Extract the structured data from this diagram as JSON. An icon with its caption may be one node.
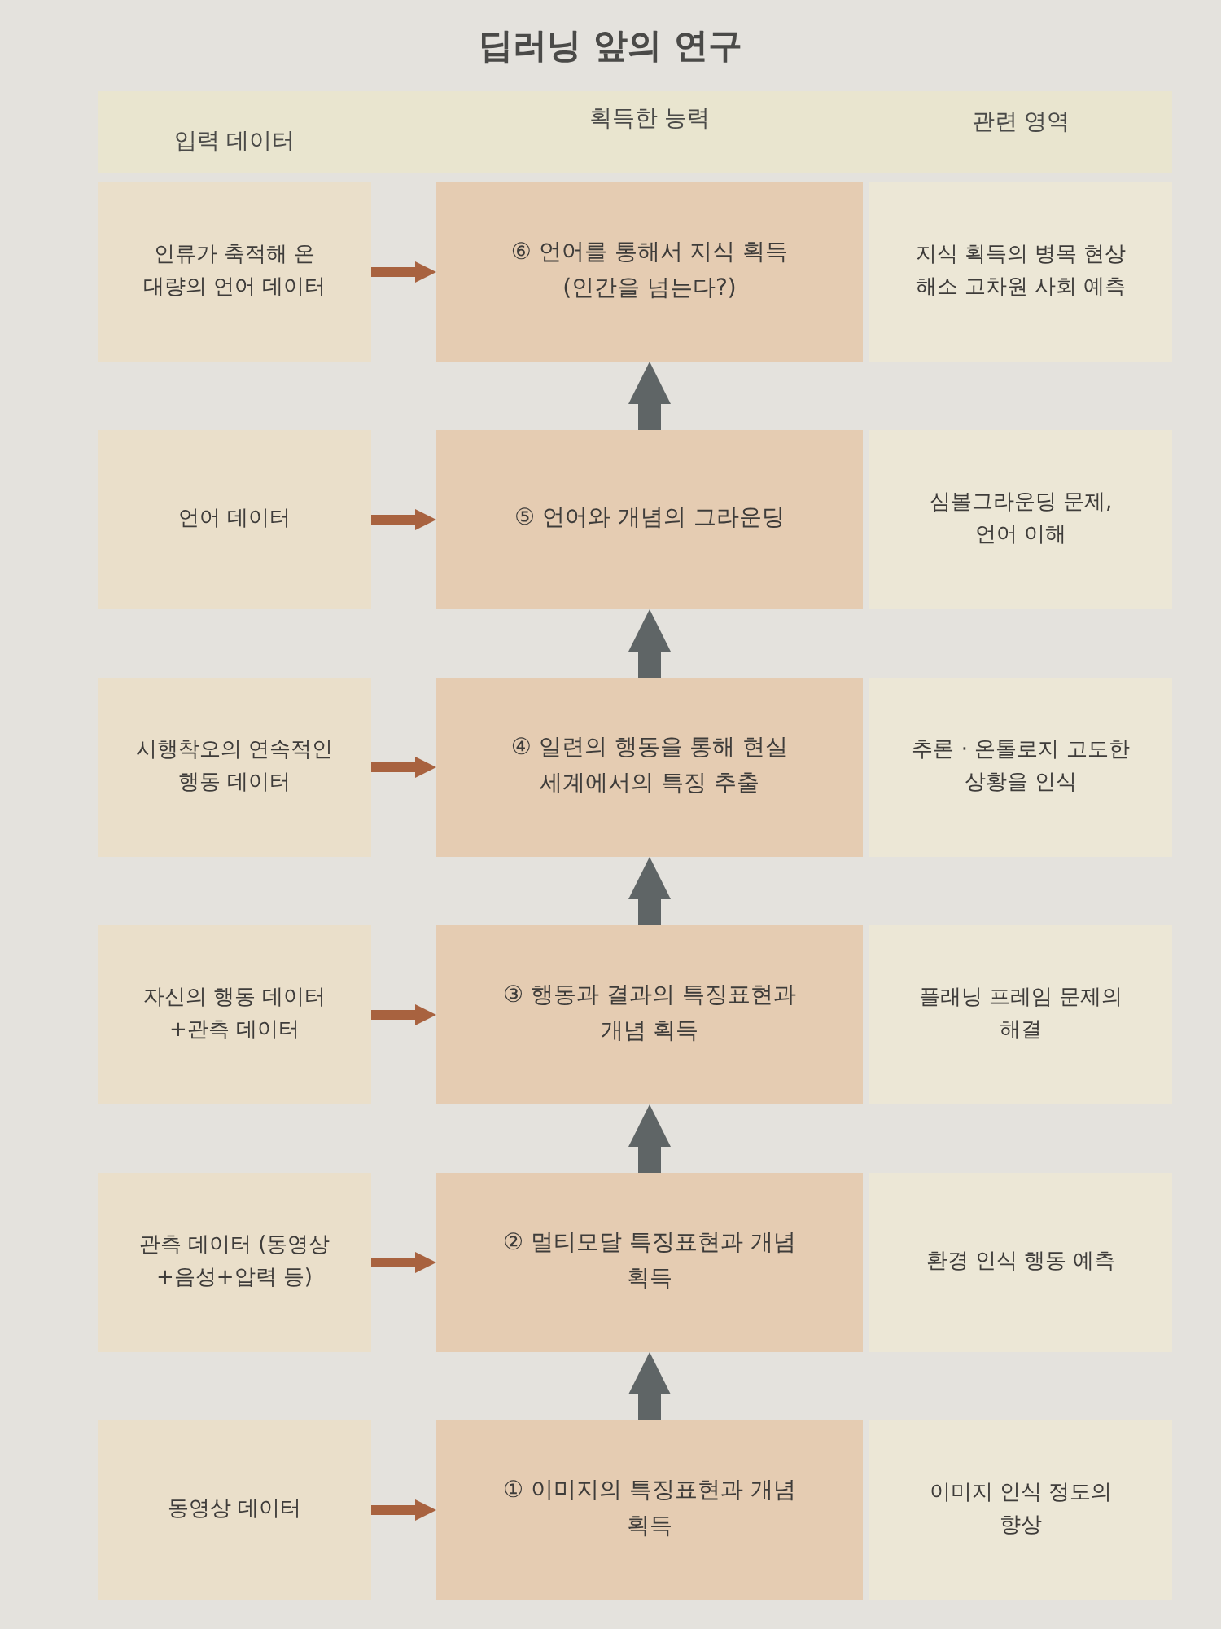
{
  "diagram": {
    "title": "딥러닝 앞의 연구",
    "nodes": [
      {
        "text": [
          "인류가 축적해 온 대량의 언어 데이터"
        ]
      },
      {
        "text": [
          "⑥ 언어를 통해서 지식 획득 (인간을 넘는다?)"
        ]
      },
      {
        "text": [
          "지식 획득의 병목 현상 해소 고차원 사회 예측"
        ]
      },
      {
        "text": [
          "언어 데이터"
        ]
      },
      {
        "text": [
          "⑤ 언어와 개념의 그라운딩"
        ]
      },
      {
        "text": [
          "심볼그라운딩 문제, 언어 이해"
        ]
      },
      {
        "text": [
          "시행착오의 연속적인 행동 데이터"
        ]
      },
      {
        "text": [
          "④ 일련의 행동을 통해 현실 세계에서의 특징 추출"
        ]
      },
      {
        "text": [
          "추론 · 온톨로지 고도한 상황을 인식"
        ]
      },
      {
        "text": [
          "자신의 행동 데이터 +관측 데이터"
        ]
      },
      {
        "text": [
          "③ 행동과 결과의 특징표현과 개념 획득"
        ]
      },
      {
        "text": [
          "플래닝 프레임 문제의 해결"
        ]
      },
      {
        "text": [
          "관측 데이터 (동영상+음성+압력 등)"
        ]
      },
      {
        "text": [
          "② 멀티모달 특징표현과 개념 획득"
        ]
      },
      {
        "text": [
          "환경 인식 행동 예측"
        ]
      },
      {
        "text": [
          "동영상 데이터"
        ]
      },
      {
        "text": [
          "① 이미지의 특징표현과 개념 획득"
        ]
      },
      {
        "text": [
          "이미지 인식 정도의 향상"
        ]
      }
    ],
    "edges": [
      {
        "from": 0,
        "to": 1,
        "arrow": "to"
      },
      {
        "from": 3,
        "to": 4,
        "arrow": "to"
      },
      {
        "from": 6,
        "to": 7,
        "arrow": "to"
      },
      {
        "from": 9,
        "to": 10,
        "arrow": "to"
      },
      {
        "from": 12,
        "to": 13,
        "arrow": "to"
      },
      {
        "from": 15,
        "to": 16,
        "arrow": "to"
      },
      {
        "from": 4,
        "to": 1,
        "arrow": "to",
        "style": "thick",
        "color": "#5f6566"
      },
      {
        "from": 7,
        "to": 4,
        "arrow": "to",
        "style": "thick",
        "color": "#5f6566"
      },
      {
        "from": 10,
        "to": 7,
        "arrow": "to",
        "style": "thick",
        "color": "#5f6566"
      },
      {
        "from": 13,
        "to": 10,
        "arrow": "to",
        "style": "thick",
        "color": "#5f6566"
      },
      {
        "from": 16,
        "to": 13,
        "arrow": "to",
        "style": "thick",
        "color": "#5f6566"
      }
    ],
    "labels": [
      "입력 데이터",
      "획득한 능력",
      "관련 영역"
    ]
  }
}
